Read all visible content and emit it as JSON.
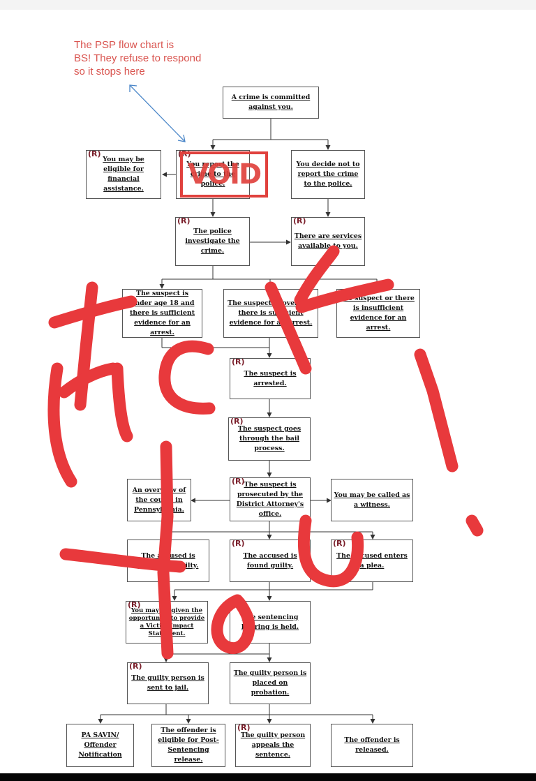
{
  "annotation": {
    "note": "The PSP flow chart is\nBS! They refuse to respond\nso it stops here",
    "stamp": "VOID",
    "scrawl": "FUCK YOU!"
  },
  "flowchart": {
    "tag": "(R)",
    "boxes": {
      "crime": "A crime is committed against you.",
      "financial": "You may be eligible for financial assistance.",
      "report": "You report the crime to the police.",
      "no_report": "You decide not to report the crime to the police.",
      "investigate": "The police investigate the crime.",
      "services": "There are services available to you.",
      "under18": "The suspect is under age 18 and there is sufficient evidence for an arrest.",
      "over18": "The suspect is over and there is sufficient evidence for an arrest.",
      "insufficient": "No suspect or there is insufficient evidence for an arrest.",
      "arrested": "The suspect is arrested.",
      "bail": "The suspect goes through the bail process.",
      "overview": "An overview of the courts in Pennsylvania.",
      "prosecuted": "The suspect is prosecuted by the District Attorney's office.",
      "witness": "You may be called as a witness.",
      "not_guilty": "The accused is found not guilty.",
      "found_guilty": "The accused is found guilty.",
      "plea": "The accused enters a plea.",
      "impact": "You may be given the opportunity to provide a Victim Impact Statement.",
      "sentencing": "The sentencing hearing is held.",
      "jail": "The guilty person is sent to jail.",
      "probation": "The guilty person is placed on probation.",
      "savin": "PA SAVIN/\nOffender Notification",
      "post_release": "The offender is eligible for Post-Sentencing release.",
      "appeals": "The guilty person appeals the sentence.",
      "released": "The offender is released."
    }
  },
  "colors": {
    "ink_red": "#e8393c",
    "note_red": "#d9544f",
    "arrow_blue": "#4a86c8",
    "tag_maroon": "#7a1f2b"
  }
}
